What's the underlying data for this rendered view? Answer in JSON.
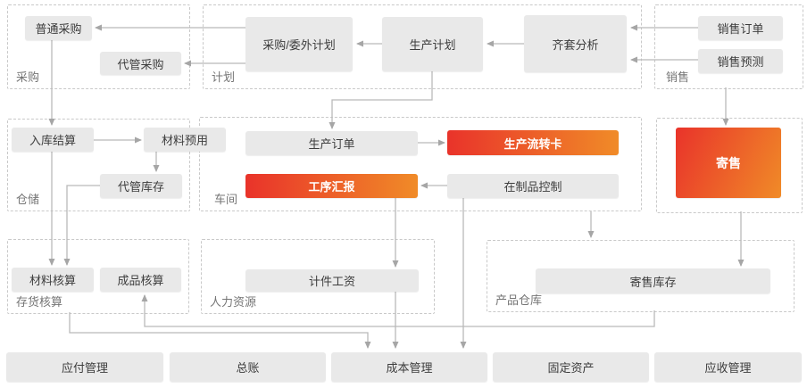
{
  "colors": {
    "gradient_start": "#e9332a",
    "gradient_end": "#f08b28",
    "box_grey": "#e9e9e9",
    "line_grey": "#b9b9b9",
    "arrow_grey": "#a6a6a6",
    "dash_border": "#c9c9c9",
    "node_text": "#3d3d3d",
    "group_label": "#757575",
    "hot_text": "#ffffff"
  },
  "groups": {
    "purchase": {
      "label": "采购"
    },
    "plan": {
      "label": "计划"
    },
    "sales": {
      "label": "销售"
    },
    "warehouse": {
      "label": "仓储"
    },
    "workshop": {
      "label": "车间"
    },
    "consignment_area": {
      "label": ""
    },
    "inventory_accounting": {
      "label": "存货核算"
    },
    "hr": {
      "label": "人力资源"
    },
    "product_warehouse": {
      "label": "产品仓库"
    }
  },
  "nodes": {
    "ordinary_purchase": "普通采购",
    "consigned_purchase": "代管采购",
    "purchase_outsourcing_plan": "采购/委外计划",
    "production_plan": "生产计划",
    "kitting_analysis": "齐套分析",
    "sales_order": "销售订单",
    "sales_forecast": "销售预测",
    "inbound_settlement": "入库结算",
    "material_preuse": "材料预用",
    "consigned_stock": "代管库存",
    "production_order": "生产订单",
    "process_report": "工序汇报",
    "production_flow_card": "生产流转卡",
    "wip_control": "在制品控制",
    "consignment": "寄售",
    "material_accounting": "材料核算",
    "finished_goods_accounting": "成品核算",
    "piecework_wage": "计件工资",
    "consignment_stock": "寄售库存",
    "ap_management": "应付管理",
    "general_ledger": "总账",
    "cost_management": "成本管理",
    "fixed_assets": "固定资产",
    "ar_management": "应收管理"
  },
  "connections": [
    {
      "from": "purchase_outsourcing_plan",
      "to": "ordinary_purchase"
    },
    {
      "from": "purchase_outsourcing_plan",
      "to": "consigned_purchase"
    },
    {
      "from": "production_plan",
      "to": "purchase_outsourcing_plan"
    },
    {
      "from": "kitting_analysis",
      "to": "production_plan"
    },
    {
      "from": "sales_order",
      "to": "kitting_analysis"
    },
    {
      "from": "sales_forecast",
      "to": "kitting_analysis"
    },
    {
      "from": "ordinary_purchase",
      "to": "inbound_settlement"
    },
    {
      "from": "inbound_settlement",
      "to": "material_preuse"
    },
    {
      "from": "material_preuse",
      "to": "consigned_stock"
    },
    {
      "from": "inbound_settlement",
      "to": "material_accounting"
    },
    {
      "from": "consigned_stock",
      "to": "material_accounting"
    },
    {
      "from": "production_plan",
      "to": "production_order"
    },
    {
      "from": "production_order",
      "to": "production_flow_card"
    },
    {
      "from": "wip_control",
      "to": "process_report"
    },
    {
      "from": "process_report",
      "to": "piecework_wage"
    },
    {
      "from": "piecework_wage",
      "to": "cost_management"
    },
    {
      "from": "wip_control",
      "to": "cost_management"
    },
    {
      "from": "workshop",
      "to": "product_warehouse"
    },
    {
      "from": "sales",
      "to": "consignment"
    },
    {
      "from": "consignment",
      "to": "consignment_stock"
    },
    {
      "from": "inventory_accounting",
      "to": "cost_management"
    },
    {
      "from": "product_warehouse",
      "to": "finished_goods_accounting"
    }
  ]
}
